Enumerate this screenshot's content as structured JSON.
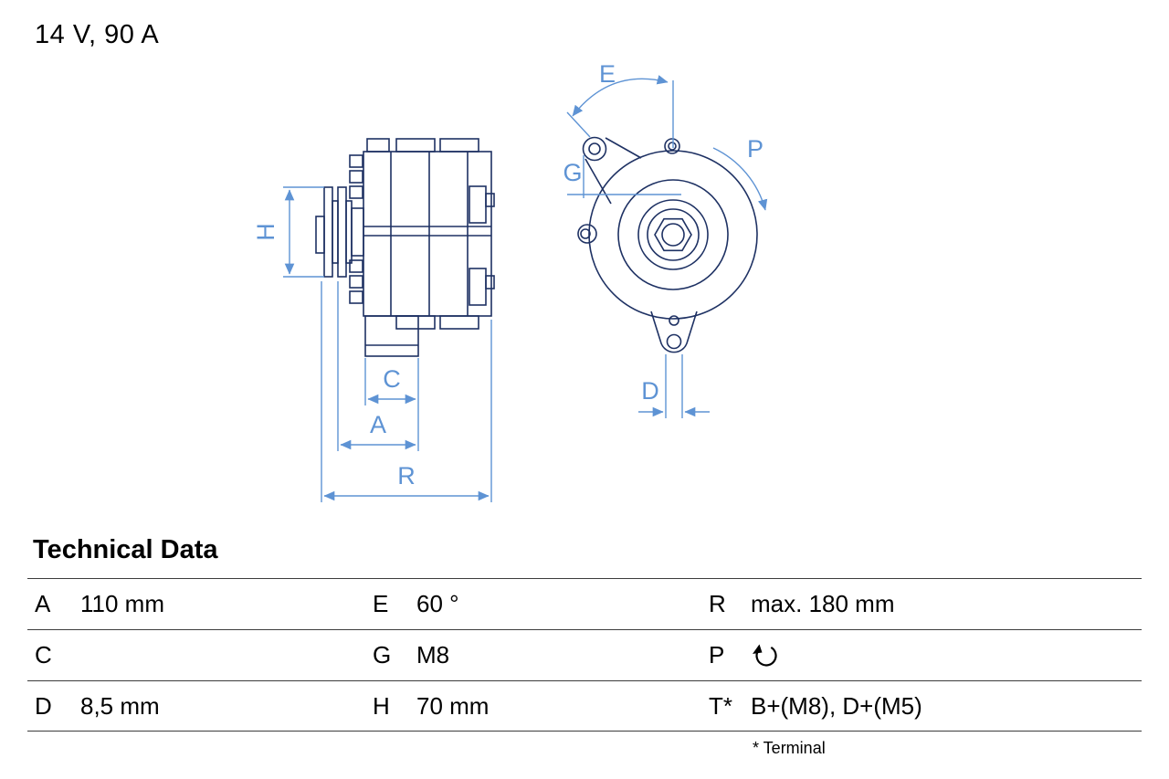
{
  "header": {
    "rating": "14 V, 90 A"
  },
  "diagram": {
    "labels": {
      "H": "H",
      "C": "C",
      "A": "A",
      "R": "R",
      "E": "E",
      "G": "G",
      "P": "P",
      "D": "D"
    },
    "colors": {
      "drawing_line": "#1e3163",
      "dimension": "#5e93d4"
    }
  },
  "technical_data": {
    "title": "Technical Data",
    "rows": [
      {
        "c1k": "A",
        "c1v": "110 mm",
        "c2k": "E",
        "c2v": "60 °",
        "c3k": "R",
        "c3v": "max. 180 mm"
      },
      {
        "c1k": "C",
        "c1v": "",
        "c2k": "G",
        "c2v": "M8",
        "c3k": "P",
        "c3v": "",
        "c3_icon": "rotation-direction-icon"
      },
      {
        "c1k": "D",
        "c1v": "8,5 mm",
        "c2k": "H",
        "c2v": "70 mm",
        "c3k": "T*",
        "c3v": "B+(M8), D+(M5)"
      }
    ],
    "footnote": "* Terminal"
  }
}
